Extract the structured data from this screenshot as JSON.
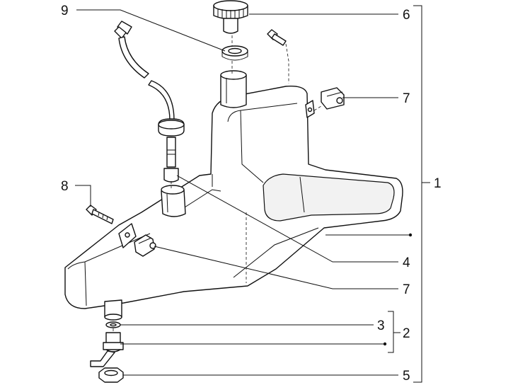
{
  "diagram": {
    "callouts": {
      "c1": "1",
      "c2": "2",
      "c3": "3",
      "c4": "4",
      "c5": "5",
      "c6": "6",
      "c7a": "7",
      "c7b": "7",
      "c8": "8",
      "c9": "9"
    },
    "colors": {
      "line": "#111111",
      "background": "#ffffff"
    }
  }
}
